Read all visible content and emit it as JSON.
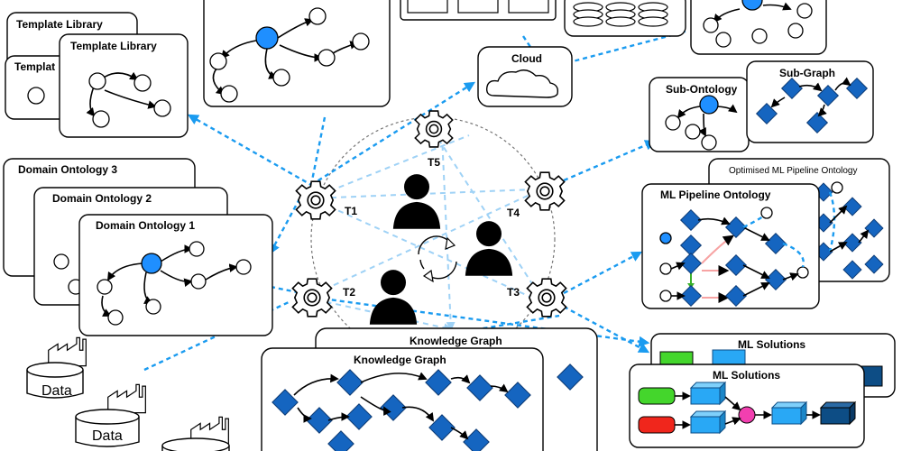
{
  "labels": {
    "template_library_back": "Template Library",
    "template_library_mid": "Templat",
    "template_library_front": "Template Library",
    "cloud": "Cloud",
    "sub_ontology": "Sub-Ontology",
    "sub_graph": "Sub-Graph",
    "optimised_pipeline": "Optimised ML Pipeline Ontology",
    "ml_pipeline": "ML Pipeline Ontology",
    "domain_ontology_3": "Domain Ontology 3",
    "domain_ontology_2": "Domain Ontology 2",
    "domain_ontology_1": "Domain Ontology 1",
    "knowledge_graph_back": "Knowledge Graph",
    "knowledge_graph_front": "Knowledge Graph",
    "ml_solutions_back": "ML Solutions",
    "ml_solutions_front": "ML Solutions",
    "data_1": "Data",
    "data_2": "Data"
  },
  "tasks": [
    "T1",
    "T2",
    "T3",
    "T4",
    "T5"
  ],
  "colors": {
    "accent_blue": "#1a9bf0",
    "node_blue": "#1f8fff",
    "diamond_blue": "#1565c0",
    "cube_light": "#29a8f5",
    "cube_dark": "#0d4d85",
    "green": "#44d62c",
    "red": "#f0261c",
    "pink": "#f23fb0"
  },
  "icons": [
    "gear-icon",
    "person-icon",
    "cycle-arrows-icon",
    "cloud-icon",
    "server-rack-icon",
    "database-stack-icon",
    "factory-icon",
    "cube-icon"
  ]
}
